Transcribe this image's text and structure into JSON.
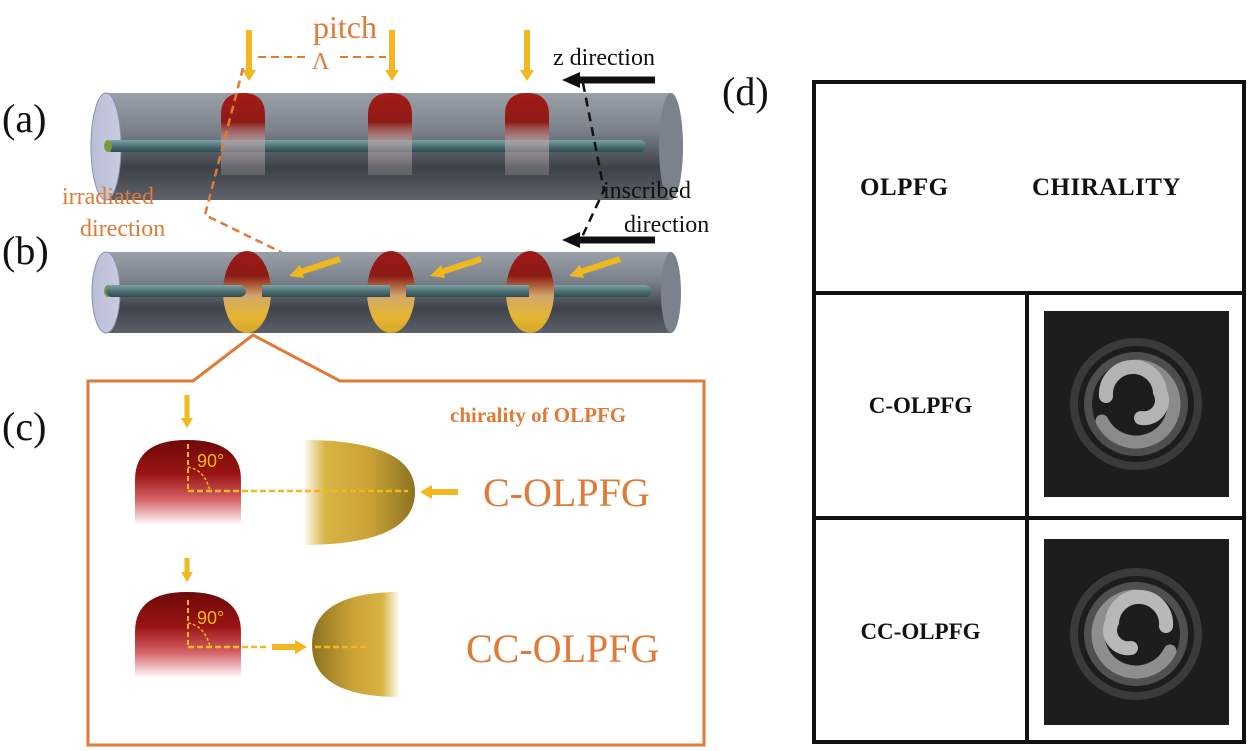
{
  "figure": {
    "panels": {
      "a": {
        "label": "(a)"
      },
      "b": {
        "label": "(b)"
      },
      "c": {
        "label": "(c)"
      },
      "d": {
        "label": "(d)"
      }
    },
    "annotations": {
      "pitch": "pitch",
      "lambda": "Λ",
      "z_direction": "z direction",
      "inscribed_direction_line1": "inscribed",
      "inscribed_direction_line2": "direction",
      "irradiated_direction_line1": "irradiated",
      "irradiated_direction_line2": "direction"
    },
    "panel_c": {
      "title": "chirality of OLPFG",
      "angle_label_1": "90°",
      "angle_label_2": "90°",
      "type_1": "C-OLPFG",
      "type_2": "CC-OLPFG"
    },
    "panel_d": {
      "headers": [
        "OLPFG",
        "CHIRALITY"
      ],
      "rows": [
        {
          "olpfg": "C-OLPFG",
          "chirality_image": "clockwise-spiral-mode-pattern"
        },
        {
          "olpfg": "CC-OLPFG",
          "chirality_image": "counterclockwise-spiral-mode-pattern"
        }
      ]
    },
    "colors": {
      "orange": "#e07a37",
      "gold_arrow": "#f0b81e",
      "grating_red": "#9b1a17",
      "fiber_gray": "#6b7079",
      "core_teal": "#4d7378",
      "black": "#111111"
    }
  }
}
